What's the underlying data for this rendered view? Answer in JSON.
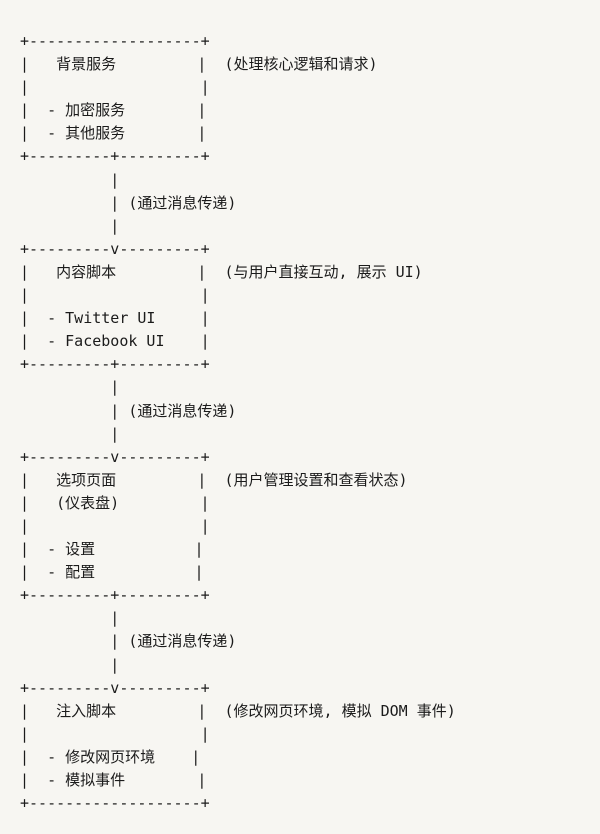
{
  "diagram": {
    "lines": [
      "+-------------------+",
      "|   背景服务         |  (处理核心逻辑和请求)",
      "|                   |",
      "|  - 加密服务        |",
      "|  - 其他服务        |",
      "+---------+---------+",
      "          |",
      "          | (通过消息传递)",
      "          |",
      "+---------v---------+",
      "|   内容脚本         |  (与用户直接互动, 展示 UI)",
      "|                   |",
      "|  - Twitter UI     |",
      "|  - Facebook UI    |",
      "+---------+---------+",
      "          |",
      "          | (通过消息传递)",
      "          |",
      "+---------v---------+",
      "|   选项页面         |  (用户管理设置和查看状态)",
      "|   (仪表盘)         |",
      "|                   |",
      "|  - 设置           |",
      "|  - 配置           |",
      "+---------+---------+",
      "          |",
      "          | (通过消息传递)",
      "          |",
      "+---------v---------+",
      "|   注入脚本         |  (修改网页环境, 模拟 DOM 事件)",
      "|                   |",
      "|  - 修改网页环境    |",
      "|  - 模拟事件        |",
      "+-------------------+"
    ]
  }
}
